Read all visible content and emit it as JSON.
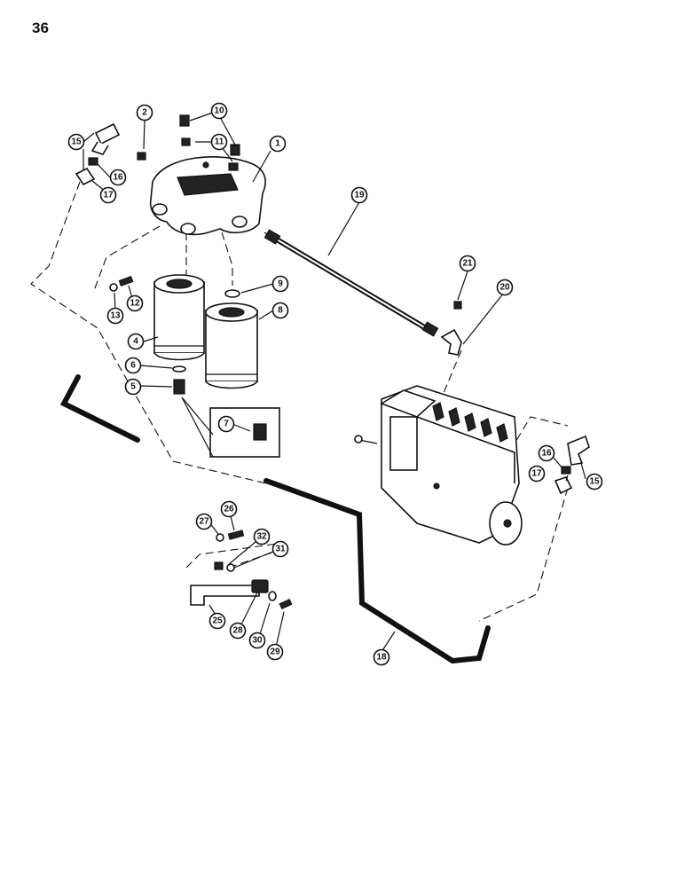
{
  "page": {
    "number": "36"
  },
  "callouts": [
    {
      "id": "c1",
      "label": "1"
    },
    {
      "id": "c2",
      "label": "2"
    },
    {
      "id": "c4",
      "label": "4"
    },
    {
      "id": "c5",
      "label": "5"
    },
    {
      "id": "c6",
      "label": "6"
    },
    {
      "id": "c7",
      "label": "7"
    },
    {
      "id": "c8",
      "label": "8"
    },
    {
      "id": "c9",
      "label": "9"
    },
    {
      "id": "c10",
      "label": "10"
    },
    {
      "id": "c11",
      "label": "11"
    },
    {
      "id": "c12",
      "label": "12"
    },
    {
      "id": "c13",
      "label": "13"
    },
    {
      "id": "c15a",
      "label": "15"
    },
    {
      "id": "c16a",
      "label": "16"
    },
    {
      "id": "c17a",
      "label": "17"
    },
    {
      "id": "c19",
      "label": "19"
    },
    {
      "id": "c20",
      "label": "20"
    },
    {
      "id": "c21",
      "label": "21"
    },
    {
      "id": "c15b",
      "label": "15"
    },
    {
      "id": "c16b",
      "label": "16"
    },
    {
      "id": "c17b",
      "label": "17"
    },
    {
      "id": "c18",
      "label": "18"
    },
    {
      "id": "c25",
      "label": "25"
    },
    {
      "id": "c26",
      "label": "26"
    },
    {
      "id": "c27",
      "label": "27"
    },
    {
      "id": "c28",
      "label": "28"
    },
    {
      "id": "c29",
      "label": "29"
    },
    {
      "id": "c30",
      "label": "30"
    },
    {
      "id": "c31",
      "label": "31"
    },
    {
      "id": "c32",
      "label": "32"
    }
  ]
}
